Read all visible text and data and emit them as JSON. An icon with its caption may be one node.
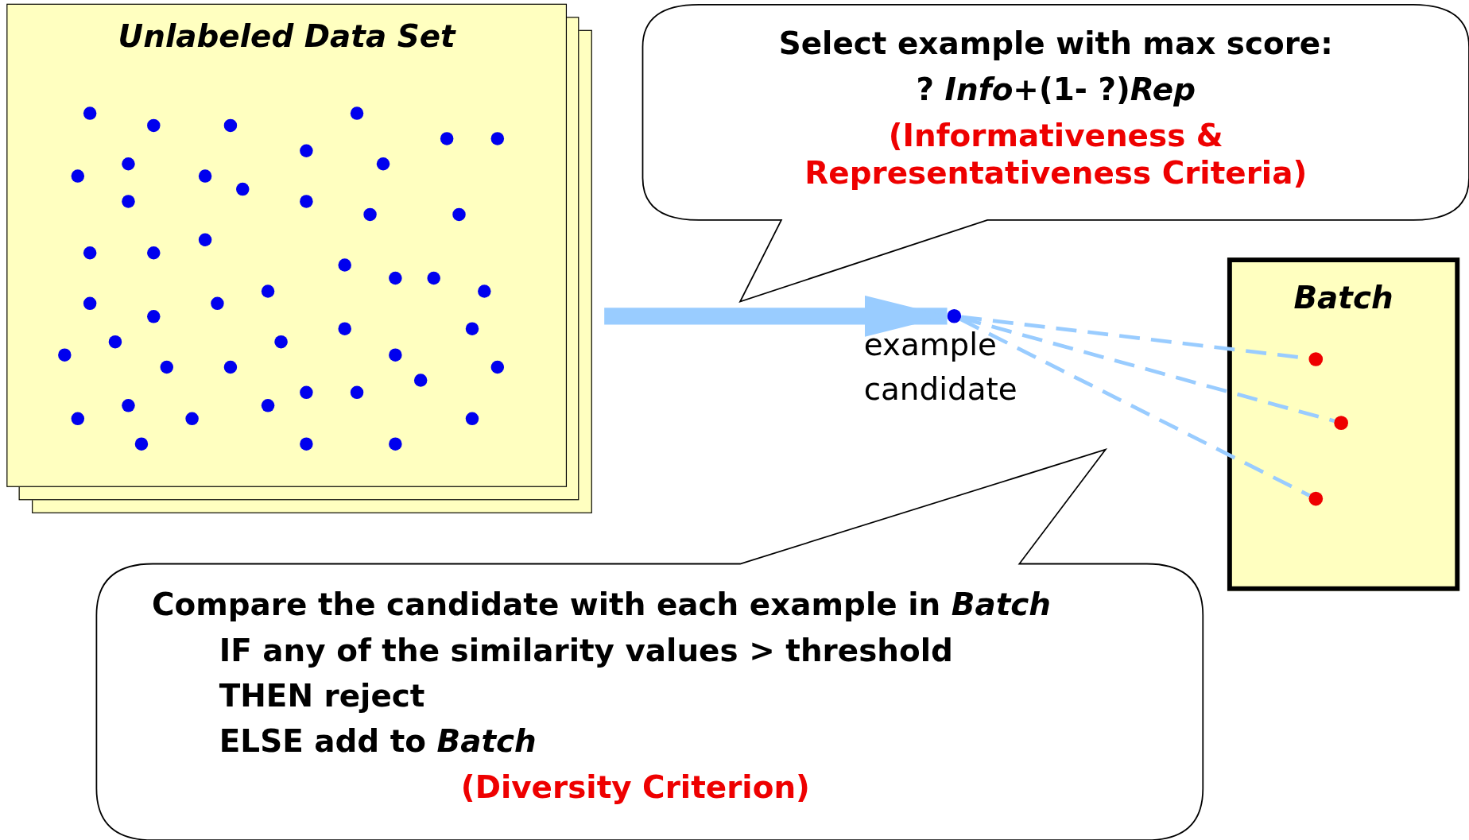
{
  "diagram": {
    "nodes": [
      {
        "text": [
          "Unlabeled Data Set"
        ]
      },
      {
        "text": [
          "Select example with max score:",
          "? *Info*+(1- ?)*Rep*",
          "(Informativeness & Representativeness Criteria)"
        ]
      },
      {
        "text": [],
        "shape": "circle",
        "beside": [
          "example candidate"
        ]
      },
      {
        "text": [
          "Batch"
        ]
      },
      {
        "text": [],
        "shape": "circle",
        "in": 3
      },
      {
        "text": [],
        "shape": "circle",
        "in": 3
      },
      {
        "text": [],
        "shape": "circle",
        "in": 3
      },
      {
        "text": [
          "Compare the candidate with each example in *Batch*",
          "IF any of the similarity values > threshold",
          "THEN reject",
          "ELSE add to *Batch*",
          "(Diversity Criterion)"
        ]
      }
    ],
    "edges": [
      {
        "from": 0,
        "to": 2,
        "arrow": "to",
        "style": "thick",
        "color": "#99ccff"
      },
      {
        "from": 2,
        "to": 4,
        "arrow": "none",
        "style": "dashed",
        "color": "#99ccff"
      },
      {
        "from": 2,
        "to": 5,
        "arrow": "none",
        "style": "dashed",
        "color": "#99ccff"
      },
      {
        "from": 2,
        "to": 6,
        "arrow": "none",
        "style": "dashed",
        "color": "#99ccff"
      }
    ]
  }
}
